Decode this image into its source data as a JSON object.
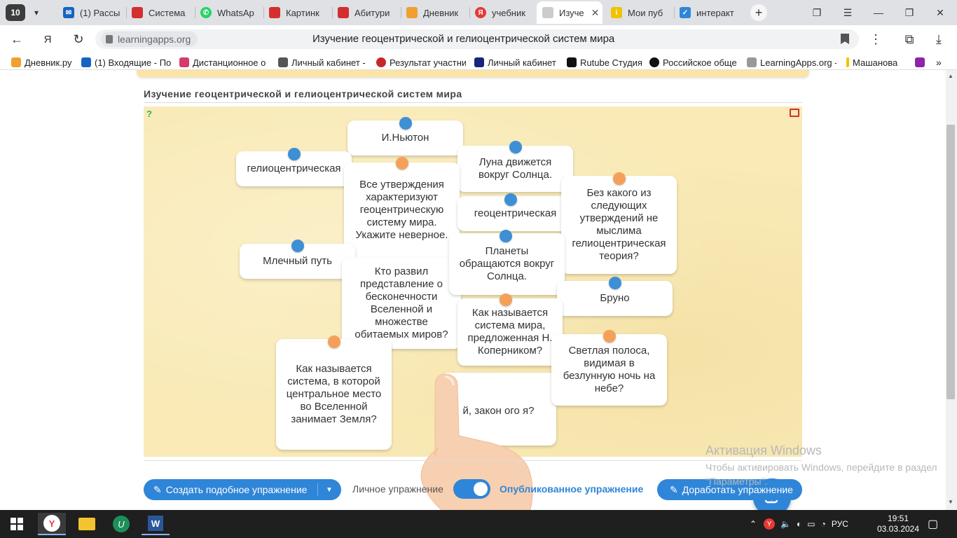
{
  "browser": {
    "tab_count": "10",
    "tabs": [
      {
        "title": "(1) Рассы",
        "icon": "mail-icon",
        "color": "#1565c0"
      },
      {
        "title": "Система",
        "icon": "flag-icon",
        "color": "#d32f2f"
      },
      {
        "title": "WhatsAp",
        "icon": "whatsapp-icon",
        "color": "#25d366"
      },
      {
        "title": "Картинк",
        "icon": "flag-icon",
        "color": "#d32f2f"
      },
      {
        "title": "Абитури",
        "icon": "flag-icon",
        "color": "#d32f2f"
      },
      {
        "title": "Дневник",
        "icon": "hand-icon",
        "color": "#f0a030"
      },
      {
        "title": "учебник",
        "icon": "yandex-icon",
        "color": "#e53935"
      },
      {
        "title": "Изуче",
        "icon": "learningapps-icon",
        "color": "#999",
        "active": true
      },
      {
        "title": "Мои пуб",
        "icon": "info-icon",
        "color": "#f2c200"
      },
      {
        "title": "интеракт",
        "icon": "check-icon",
        "color": "#2f86d8"
      }
    ],
    "url_domain": "learningapps.org",
    "page_title": "Изучение геоцентрической и гелиоцентрической систем мира",
    "bookmarks": [
      {
        "label": "Дневник.ру",
        "color": "#f0a030"
      },
      {
        "label": "(1) Входящие - По",
        "color": "#1565c0"
      },
      {
        "label": "Дистанционное о",
        "color": "#d63a6a"
      },
      {
        "label": "Личный кабинет -",
        "color": "#555"
      },
      {
        "label": "Результат участни",
        "color": "#c62828"
      },
      {
        "label": "Личный кабинет",
        "color": "#1a237e"
      },
      {
        "label": "Rutube Студия",
        "color": "#111"
      },
      {
        "label": "Российское обще",
        "color": "#111"
      },
      {
        "label": "LearningApps.org -",
        "color": "#999"
      },
      {
        "label": "Машанова",
        "color": "#f2c200"
      }
    ]
  },
  "exercise": {
    "title": "Изучение геоцентрической и гелиоцентрической систем мира",
    "cards": [
      {
        "text": "И.Ньютон"
      },
      {
        "text": "гелиоцентрическая"
      },
      {
        "text": "Луна движется вокруг Солнца."
      },
      {
        "text": "Все утверждения характеризуют геоцентрическую систему мира. Укажите неверное."
      },
      {
        "text": "геоцентрическая"
      },
      {
        "text": "Без какого из следующих утверждений не мыслима гелиоцентрическая теория?"
      },
      {
        "text": "Млечный путь"
      },
      {
        "text": "Планеты обращаются вокруг Солнца."
      },
      {
        "text": "Кто развил представление о бесконечности Вселенной и множестве обитаемых миров?"
      },
      {
        "text": "Бруно"
      },
      {
        "text": "Как называется система мира, предложенная Н. Коперником?"
      },
      {
        "text": "Светлая полоса, видимая в безлунную ночь на небе?"
      },
      {
        "text": "Как называется система, в которой центральное место во Вселенной занимает Земля?"
      },
      {
        "text": "й, закон ого я?"
      }
    ]
  },
  "footer": {
    "create_label": "Создать подобное упражнение",
    "private_label": "Личное упражнение",
    "public_label": "Опубликованное упражнение",
    "edit_label": "Доработать упражнение",
    "watermark_title": "Активация Windows",
    "watermark_text": "Чтобы активировать Windows, перейдите в раздел \"Параметры\"."
  },
  "taskbar": {
    "lang": "РУС",
    "time": "19:51",
    "date": "03.03.2024"
  },
  "colors": {
    "accent": "#2f86d8",
    "board": "#f9eab6",
    "blue_dot": "#3d8fd6",
    "orange_dot": "#f5a05a"
  }
}
